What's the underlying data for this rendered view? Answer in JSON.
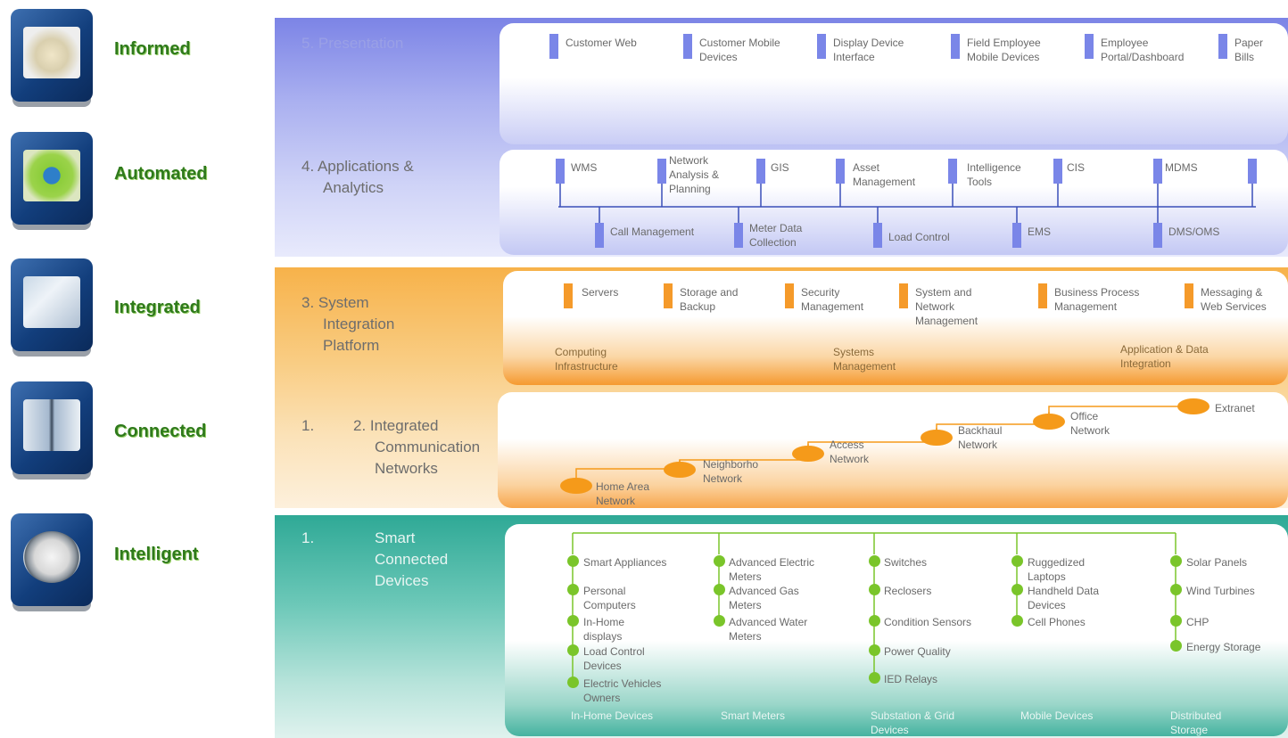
{
  "levels": [
    "Informed",
    "Automated",
    "Integrated",
    "Connected",
    "Intelligent"
  ],
  "layers": {
    "presentation": {
      "title": "5. Presentation",
      "items": [
        "Customer Web",
        "Customer Mobile Devices",
        "Display Device Interface",
        "Field Employee Mobile Devices",
        "Employee Portal/Dashboard",
        "Paper Bills"
      ]
    },
    "applications": {
      "title_line1": "4. Applications &",
      "title_line2": "Analytics",
      "top_items": [
        "WMS",
        "Network Analysis & Planning",
        "GIS",
        "Asset Management",
        "Intelligence Tools",
        "CIS",
        "MDMS"
      ],
      "bottom_items": [
        "Call Management",
        "Meter Data Collection",
        "Load Control",
        "EMS",
        "DMS/OMS"
      ]
    },
    "integration": {
      "title_line1": "3. System",
      "title_line2": "Integration",
      "title_line3": "Platform",
      "items": [
        "Servers",
        "Storage and Backup",
        "Security Management",
        "System and Network Management",
        "Business Process Management",
        "Messaging & Web Services"
      ],
      "groups": [
        "Computing Infrastructure",
        "Systems Management",
        "Application & Data Integration"
      ]
    },
    "networks": {
      "num": "1.",
      "title_line1": "2. Integrated",
      "title_line2": "Communication",
      "title_line3": "Networks",
      "nodes": [
        "Home Area Network",
        "Neighborhood Network",
        "Access Network",
        "Backhaul Network",
        "Office Network",
        "Extranet"
      ]
    },
    "devices": {
      "num": "1.",
      "title_line1": "Smart",
      "title_line2": "Connected",
      "title_line3": "Devices",
      "col1": [
        "Smart Appliances",
        "Personal Computers",
        "In-Home displays",
        "Load Control Devices",
        "Electric Vehicles Owners"
      ],
      "col2": [
        "Advanced Electric Meters",
        "Advanced Gas Meters",
        "Advanced Water Meters"
      ],
      "col3": [
        "Switches",
        "Reclosers",
        "Condition Sensors",
        "Power Quality",
        "IED Relays"
      ],
      "col4": [
        "Ruggedized Laptops",
        "Handheld Data Devices",
        "Cell Phones"
      ],
      "col5": [
        "Solar Panels",
        "Wind Turbines",
        "CHP",
        "Energy Storage"
      ],
      "footers": [
        "In-Home Devices",
        "Smart Meters",
        "Substation & Grid Devices",
        "Mobile Devices",
        "Distributed Storage"
      ]
    }
  },
  "colors": {
    "blue_band": "#8b93ea",
    "orange_band": "#f7b85a",
    "teal_band": "#3fb5a0",
    "level_green": "#2f7a1c",
    "node_orange": "#f59a1a",
    "dot_green": "#7ac52a"
  }
}
